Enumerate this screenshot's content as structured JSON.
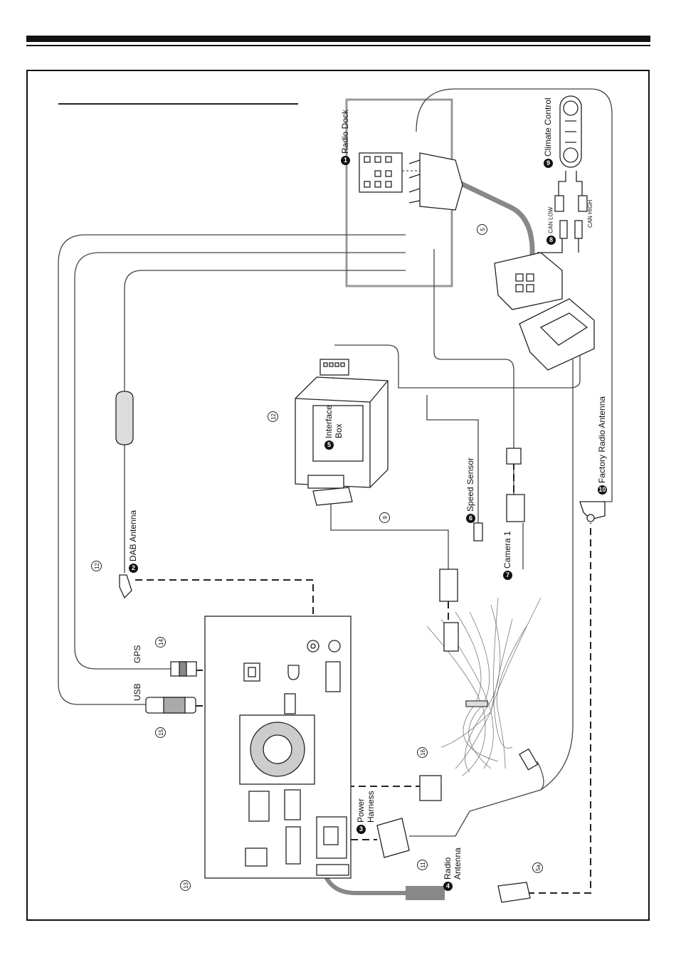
{
  "labels": {
    "radio_dock": {
      "n": "1",
      "text": "Radio Dock"
    },
    "dab_antenna": {
      "n": "2",
      "text": "DAB Antenna"
    },
    "power_harness": {
      "n": "3",
      "line1": "Power",
      "line2": "Harness"
    },
    "radio_antenna": {
      "n": "4",
      "line1": "Radio",
      "line2": "Antenna"
    },
    "interface_box": {
      "n": "5",
      "line1": "Interface",
      "line2": "Box"
    },
    "speed_sensor": {
      "n": "6",
      "text": "Speed Sensor"
    },
    "camera": {
      "n": "7",
      "text": "Camera 1"
    },
    "can": {
      "n": "8",
      "low": "CAN LOW",
      "high": "CAN HIGH"
    },
    "climate_control": {
      "n": "9",
      "text": "Climate Control"
    },
    "factory_antenna": {
      "n": "10",
      "text": "Factory Radio Antenna"
    },
    "gps": "GPS",
    "usb": "USB"
  },
  "callouts": {
    "c5_top": "5",
    "c9": "9",
    "c12_box": "12",
    "c12_dab": "12",
    "c14": "14",
    "c15": "15",
    "c16": "16",
    "c11": "11",
    "c13": "13",
    "c5a": "5a"
  }
}
